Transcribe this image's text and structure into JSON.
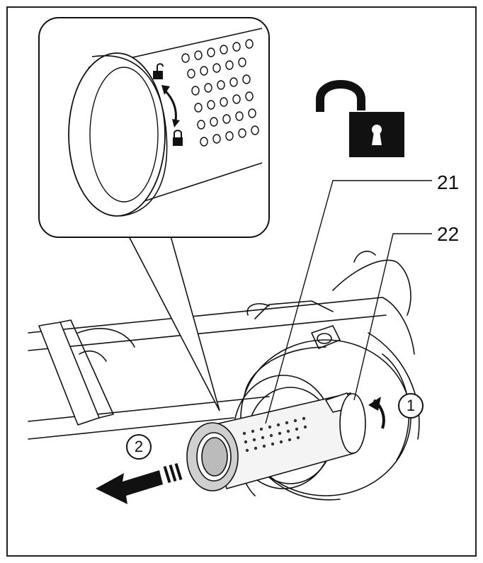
{
  "callouts": {
    "part_21": "21",
    "part_22": "22"
  },
  "steps": {
    "step_1": "1",
    "step_2": "2"
  },
  "icons": {
    "unlock": "padlock-unlocked-icon",
    "mini_unlock": "mini-unlock-icon",
    "mini_lock": "mini-lock-icon"
  },
  "colors": {
    "line": "#111111",
    "fill": "#ffffff",
    "accent": "#000000"
  }
}
